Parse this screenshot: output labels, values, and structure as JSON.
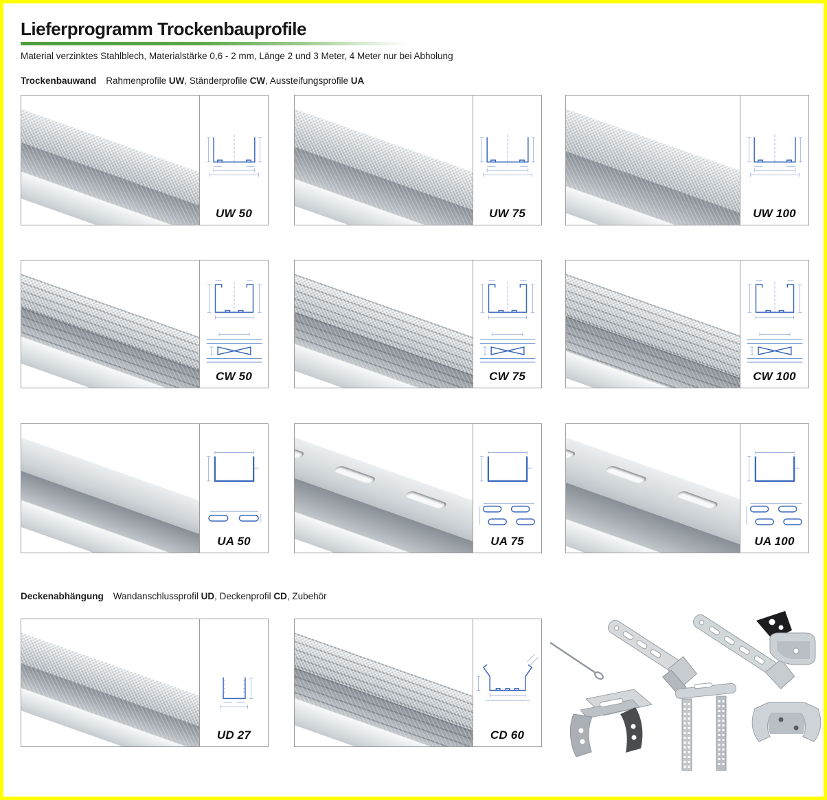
{
  "page": {
    "title": "Lieferprogramm Trockenbauprofile",
    "subtitle": "Material verzinktes Stahlblech, Materialstärke 0,6 - 2 mm, Länge 2 und 3 Meter, 4 Meter nur bei Abholung",
    "border_color": "#ffff00",
    "accent_green": "#55a63a",
    "drawing_blue": "#3a68bd"
  },
  "sections": {
    "wall": {
      "heading": "Trockenbauwand",
      "parts": [
        "Rahmenprofile ",
        "UW",
        ", Ständerprofile ",
        "CW",
        ", Aussteifungsprofile ",
        "UA"
      ]
    },
    "ceiling": {
      "heading": "Deckenabhängung",
      "parts": [
        "Wandanschlussprofil ",
        "UD",
        ", Deckenprofil ",
        "CD",
        ", Zubehör"
      ]
    }
  },
  "products": [
    {
      "label": "UW 50",
      "drawing": "uw-cross-section"
    },
    {
      "label": "UW 75",
      "drawing": "uw-cross-section"
    },
    {
      "label": "UW 100",
      "drawing": "uw-cross-section"
    },
    {
      "label": "CW 50",
      "drawing": "cw-cross-section-and-side-view"
    },
    {
      "label": "CW 75",
      "drawing": "cw-cross-section-and-side-view"
    },
    {
      "label": "CW 100",
      "drawing": "cw-cross-section-and-side-view"
    },
    {
      "label": "UA 50",
      "drawing": "ua-cross-section-and-slot-pattern"
    },
    {
      "label": "UA 75",
      "drawing": "ua-cross-section-and-slot-pattern"
    },
    {
      "label": "UA 100",
      "drawing": "ua-cross-section-and-slot-pattern"
    },
    {
      "label": "UD 27",
      "drawing": "ud-cross-section"
    },
    {
      "label": "CD 60",
      "drawing": "cd-cross-section"
    }
  ],
  "accessories": {
    "items": [
      "suspension-wire-with-eye",
      "direct-hanger-strap",
      "direct-hanger-strap-long",
      "nonius-anchor-hanger",
      "cross-connector-bracket",
      "u-hanger-with-perforated-straps",
      "profile-connector-saddle"
    ]
  }
}
